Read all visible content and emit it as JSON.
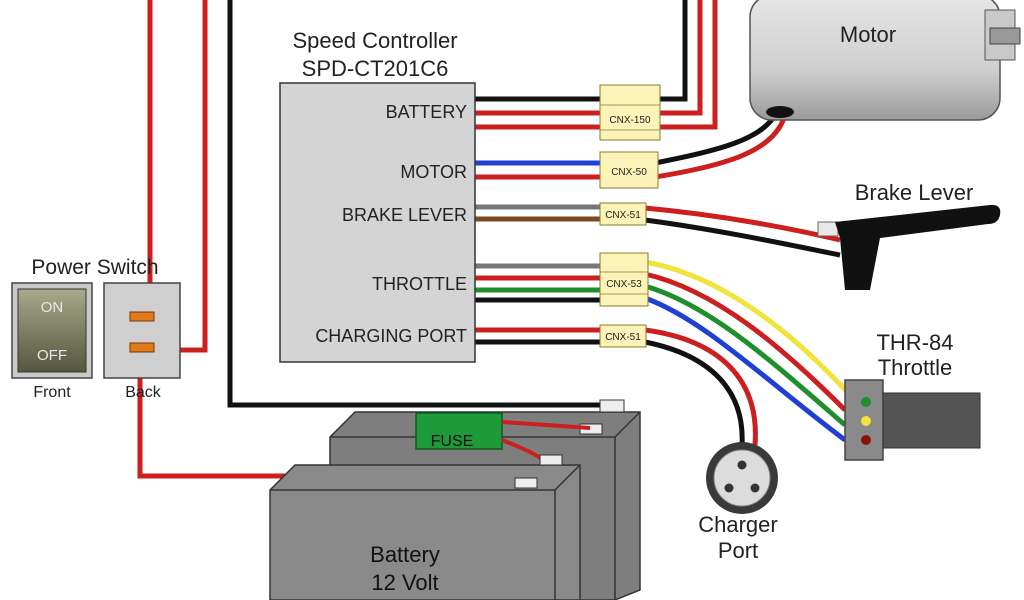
{
  "controller": {
    "title_line1": "Speed Controller",
    "title_line2": "SPD-CT201C6",
    "ports": {
      "battery": "BATTERY",
      "motor": "MOTOR",
      "brake": "BRAKE LEVER",
      "throttle": "THROTTLE",
      "charging": "CHARGING PORT"
    }
  },
  "connectors": {
    "battery": "CNX-150",
    "motor": "CNX-50",
    "brake": "CNX-51",
    "throttle": "CNX-53",
    "charging": "CNX-51"
  },
  "motor": {
    "label": "Motor"
  },
  "brake_lever": {
    "label": "Brake Lever"
  },
  "throttle": {
    "label_line1": "THR-84",
    "label_line2": "Throttle"
  },
  "charger": {
    "label_line1": "Charger",
    "label_line2": "Port"
  },
  "power_switch": {
    "title": "Power Switch",
    "on": "ON",
    "off": "OFF",
    "front_label": "Front",
    "back_label": "Back"
  },
  "fuse": {
    "label": "FUSE"
  },
  "battery": {
    "label_line1": "Battery",
    "label_line2": "12 Volt"
  },
  "colors": {
    "red": "#cc1f1f",
    "black": "#111111",
    "blue": "#1f3fd6",
    "brown": "#7a4a22",
    "gray": "#777777",
    "green": "#1e8f2a",
    "yellow": "#f1e33a",
    "connector": "#fbf3b8",
    "controller_box": "#d4d4d4",
    "battery_body": "#8a8a8a",
    "fuse": "#1f9a3a"
  }
}
